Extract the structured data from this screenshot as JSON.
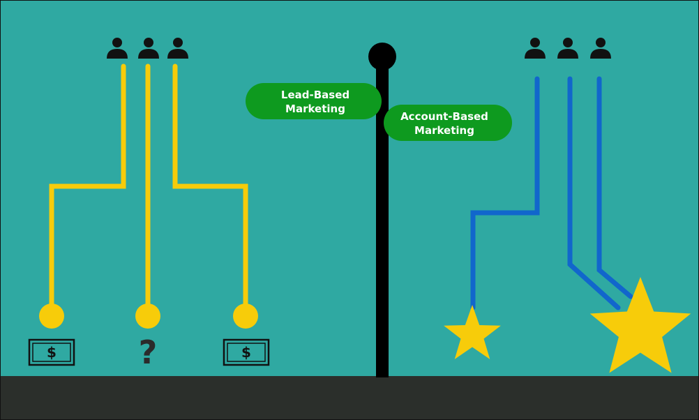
{
  "signs": {
    "lead": {
      "line1": "Lead-Based",
      "line2": "Marketing"
    },
    "account": {
      "line1": "Account-Based",
      "line2": "Marketing"
    }
  },
  "outcomes": {
    "dollar_symbol": "$",
    "unknown_symbol": "?"
  },
  "colors": {
    "background": "#2fa9a2",
    "ground": "#2b2f2b",
    "post": "#000000",
    "sign": "#0e9a1f",
    "sign_text": "#ffffff",
    "lead_path": "#f7cc0a",
    "account_path": "#1166cc",
    "star": "#f7cc0a",
    "person": "#111111",
    "bill": "#111111"
  },
  "icons": {
    "person": "person-icon",
    "bill": "dollar-bill-icon",
    "star": "star-icon"
  }
}
